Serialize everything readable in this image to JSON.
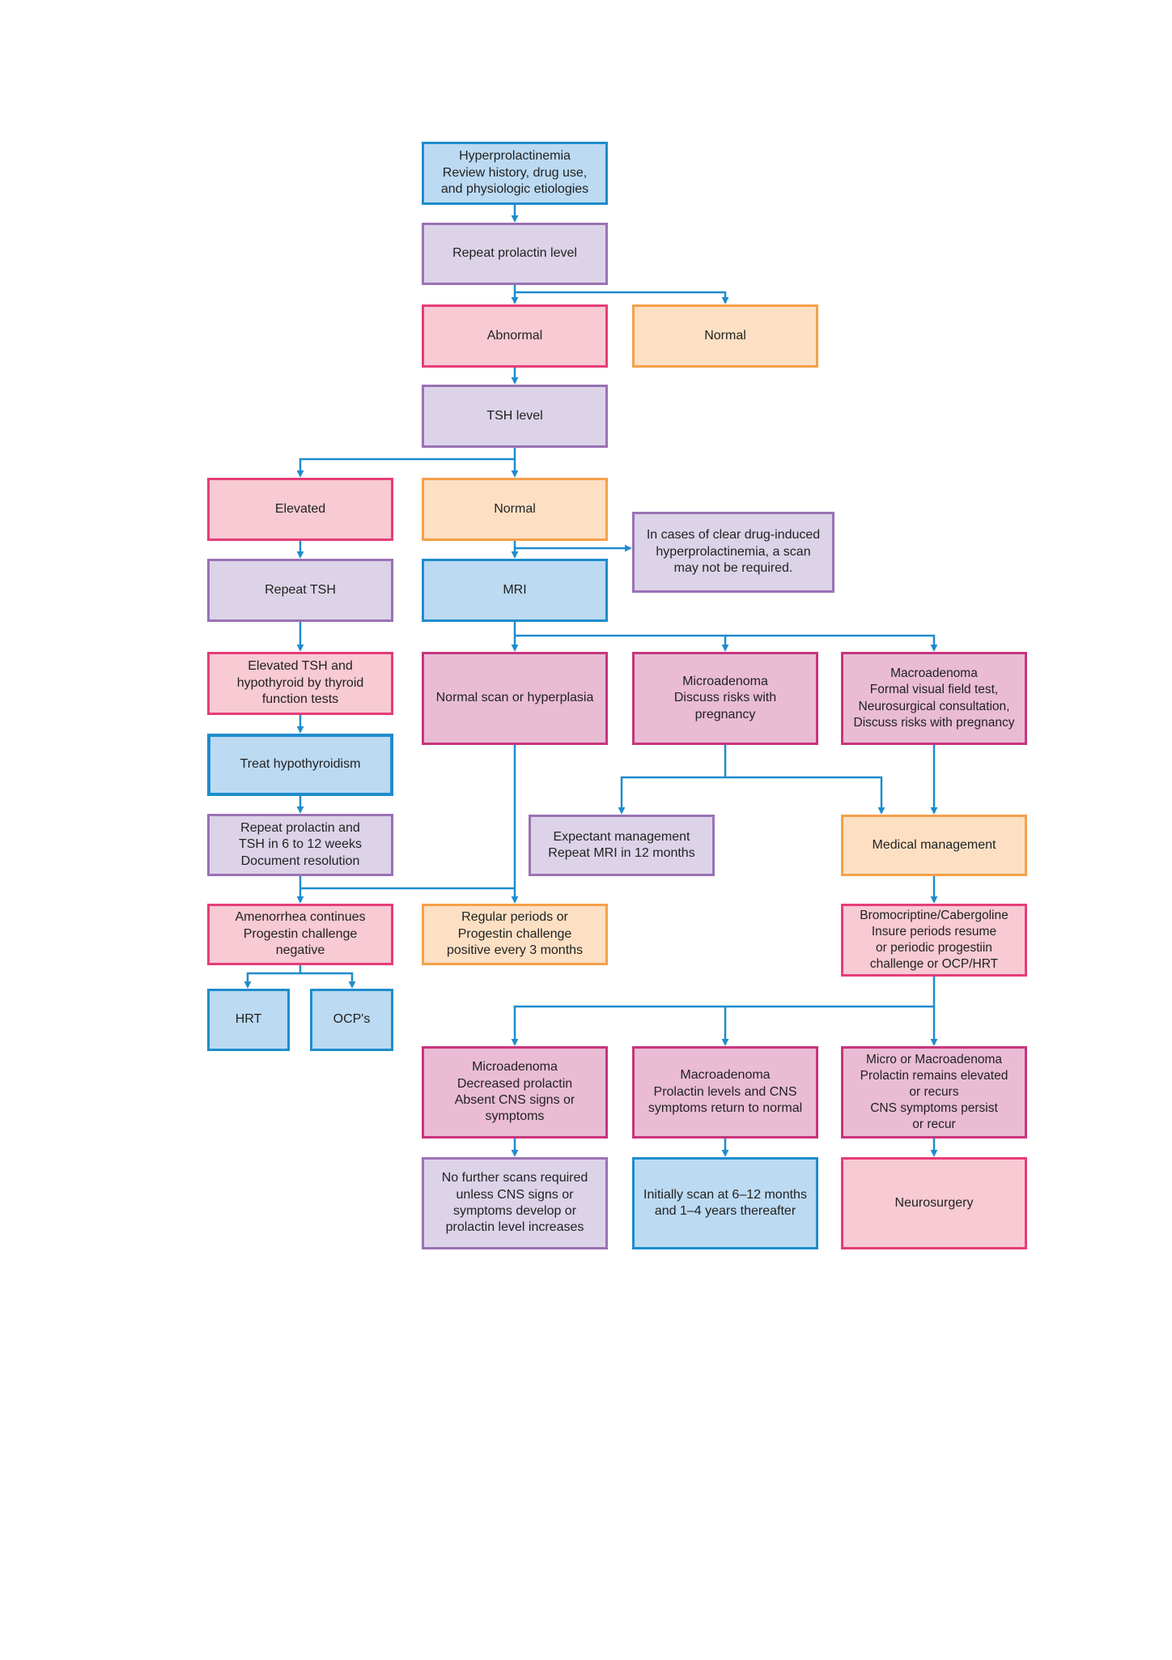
{
  "colors": {
    "connector": "#1f8ccd",
    "blue_fill": "#bcdaf2",
    "blue_border": "#1f8ccd",
    "purple_fill": "#dcd3e8",
    "purple_border": "#9a72b4",
    "pink_fill": "#f7cad4",
    "pink_border": "#e63d78",
    "orange_fill": "#fde0c4",
    "orange_border": "#f5a04a",
    "mauve_fill": "#e9bcd4",
    "mauve_border": "#c8357d"
  },
  "nodes": {
    "hyperprolactinemia": "Hyperprolactinemia\nReview history, drug use,\nand physiologic etiologies",
    "repeat_prolactin": "Repeat prolactin level",
    "abnormal": "Abnormal",
    "normal_prolactin": "Normal",
    "tsh_level": "TSH level",
    "elevated": "Elevated",
    "normal_tsh": "Normal",
    "drug_induced_note": "In cases of clear drug-induced\nhyperprolactinemia, a scan\nmay not be required.",
    "repeat_tsh": "Repeat TSH",
    "mri": "MRI",
    "elevated_tsh_hypothyroid": "Elevated TSH and\nhypothyroid by thyroid\nfunction tests",
    "normal_scan": "Normal scan or hyperplasia",
    "microadenoma": "Microadenoma\nDiscuss risks with\npregnancy",
    "macroadenoma": "Macroadenoma\nFormal visual field test,\nNeurosurgical consultation,\nDiscuss risks with pregnancy",
    "treat_hypothyroidism": "Treat hypothyroidism",
    "repeat_prolactin_tsh": "Repeat prolactin and\nTSH in 6 to 12 weeks\nDocument resolution",
    "expectant_management": "Expectant management\nRepeat MRI in 12 months",
    "medical_management": "Medical management",
    "amenorrhea_continues": "Amenorrhea continues\nProgestin challenge\nnegative",
    "regular_periods": "Regular periods or\nProgestin challenge\npositive every 3 months",
    "bromocriptine": "Bromocriptine/Cabergoline\nInsure periods resume\nor periodic progestiin\nchallenge or OCP/HRT",
    "hrt": "HRT",
    "ocps": "OCP's",
    "micro_decreased": "Microadenoma\nDecreased prolactin\nAbsent CNS signs or\nsymptoms",
    "macro_normal": "Macroadenoma\nProlactin levels and CNS\nsymptoms return to normal",
    "micro_or_macro": "Micro or Macroadenoma\nProlactin remains elevated\nor recurs\nCNS symptoms persist\nor recur",
    "no_further_scans": "No further scans required\nunless CNS signs or\nsymptoms develop or\nprolactin level increases",
    "initially_scan": "Initially scan at 6–12 months\nand 1–4 years thereafter",
    "neurosurgery": "Neurosurgery"
  }
}
